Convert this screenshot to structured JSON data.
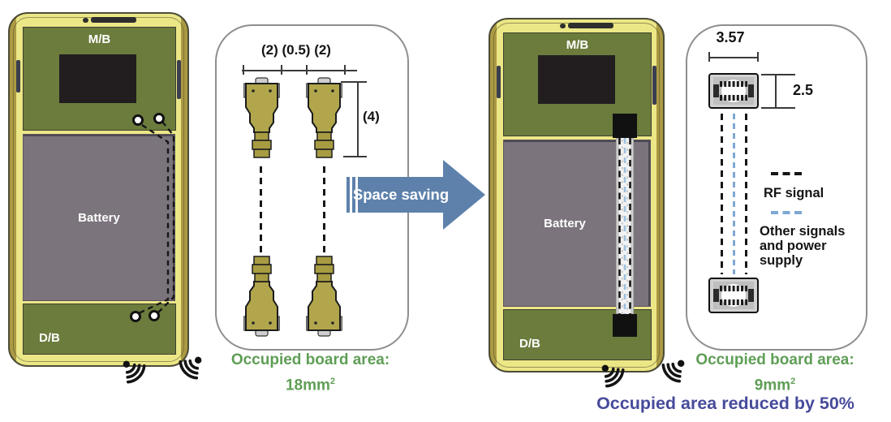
{
  "left_phone": {
    "mb": "M/B",
    "battery": "Battery",
    "db": "D/B"
  },
  "right_phone": {
    "mb": "M/B",
    "battery": "Battery",
    "db": "D/B"
  },
  "left_panel": {
    "dim_width_labels": "(2) (0.5) (2)",
    "dim_height_label": "(4)"
  },
  "right_panel": {
    "dim_width": "3.57",
    "dim_height": "2.5",
    "legend_rf": "RF signal",
    "legend_other": "Other signals and power supply"
  },
  "arrow": {
    "label": "Space saving"
  },
  "left_caption": {
    "line1": "Occupied board area:",
    "value": "18mm",
    "sup": "2"
  },
  "right_caption": {
    "line1": "Occupied board area:",
    "value": "9mm",
    "sup": "2"
  },
  "footer": {
    "text": "Occupied area reduced by 50%"
  },
  "colors": {
    "frame_yellow": "#ece786",
    "frame_gold": "#ab9a43",
    "pcb_green": "#6b7c3d",
    "battery_gray": "#7b747c",
    "display_black": "#221e20",
    "arrow_blue": "#5d81ab",
    "caption_green": "#5f9e56",
    "footer_purple": "#474b9b",
    "connector_gold": "#b2a64c",
    "rf_dash_black": "#161616",
    "other_dash_blue": "#7fa8d4"
  }
}
